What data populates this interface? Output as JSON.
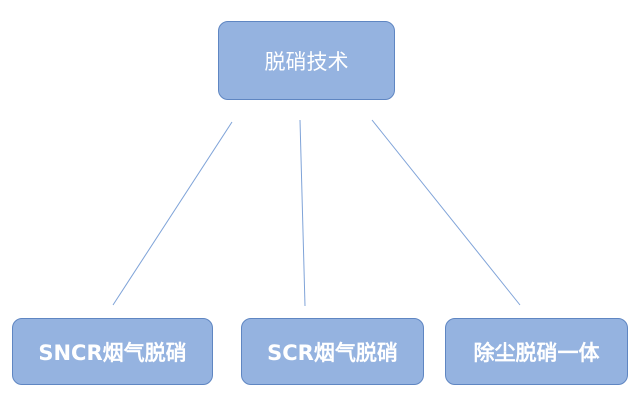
{
  "root": {
    "label": "脱硝技术"
  },
  "children": [
    {
      "label": "SNCR烟气脱硝"
    },
    {
      "label": "SCR烟气脱硝"
    },
    {
      "label": "除尘脱硝一体"
    }
  ],
  "colors": {
    "node_fill": "#95b3e0",
    "node_border": "#5f86c2",
    "node_text": "#ffffff",
    "connector": "#7fa3d8"
  }
}
